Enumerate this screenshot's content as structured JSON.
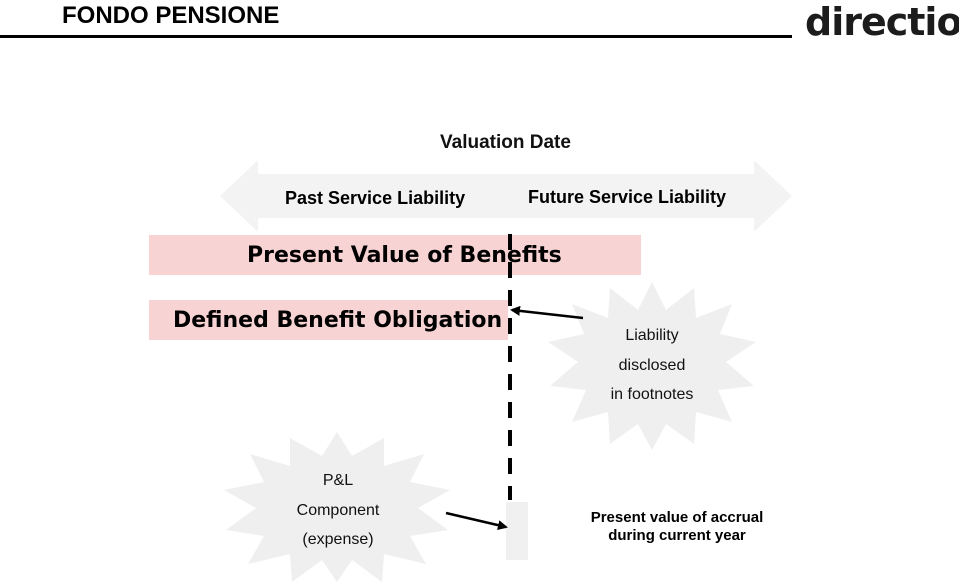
{
  "header": {
    "title": "FONDO PENSIONE",
    "logo_text": "directio"
  },
  "diagram": {
    "valuation_date": "Valuation Date",
    "past_service_label": "Past Service Liability",
    "future_service_label": "Future Service Liability",
    "pvb_label": "Present Value of Benefits",
    "dbo_label": "Defined Benefit Obligation",
    "liability_note": [
      "Liability",
      "disclosed",
      "in footnotes"
    ],
    "pl_note": [
      "P&L",
      "Component",
      "(expense)"
    ],
    "accrual_label": [
      "Present value of accrual",
      "during current year"
    ]
  },
  "colors": {
    "bar_fill": "#f8d3d3",
    "burst_fill": "#efefef",
    "arrow_band_fill": "#f3f3f3",
    "logo_dark": "#1c1c1c",
    "logo_accent": "#c0392b"
  }
}
